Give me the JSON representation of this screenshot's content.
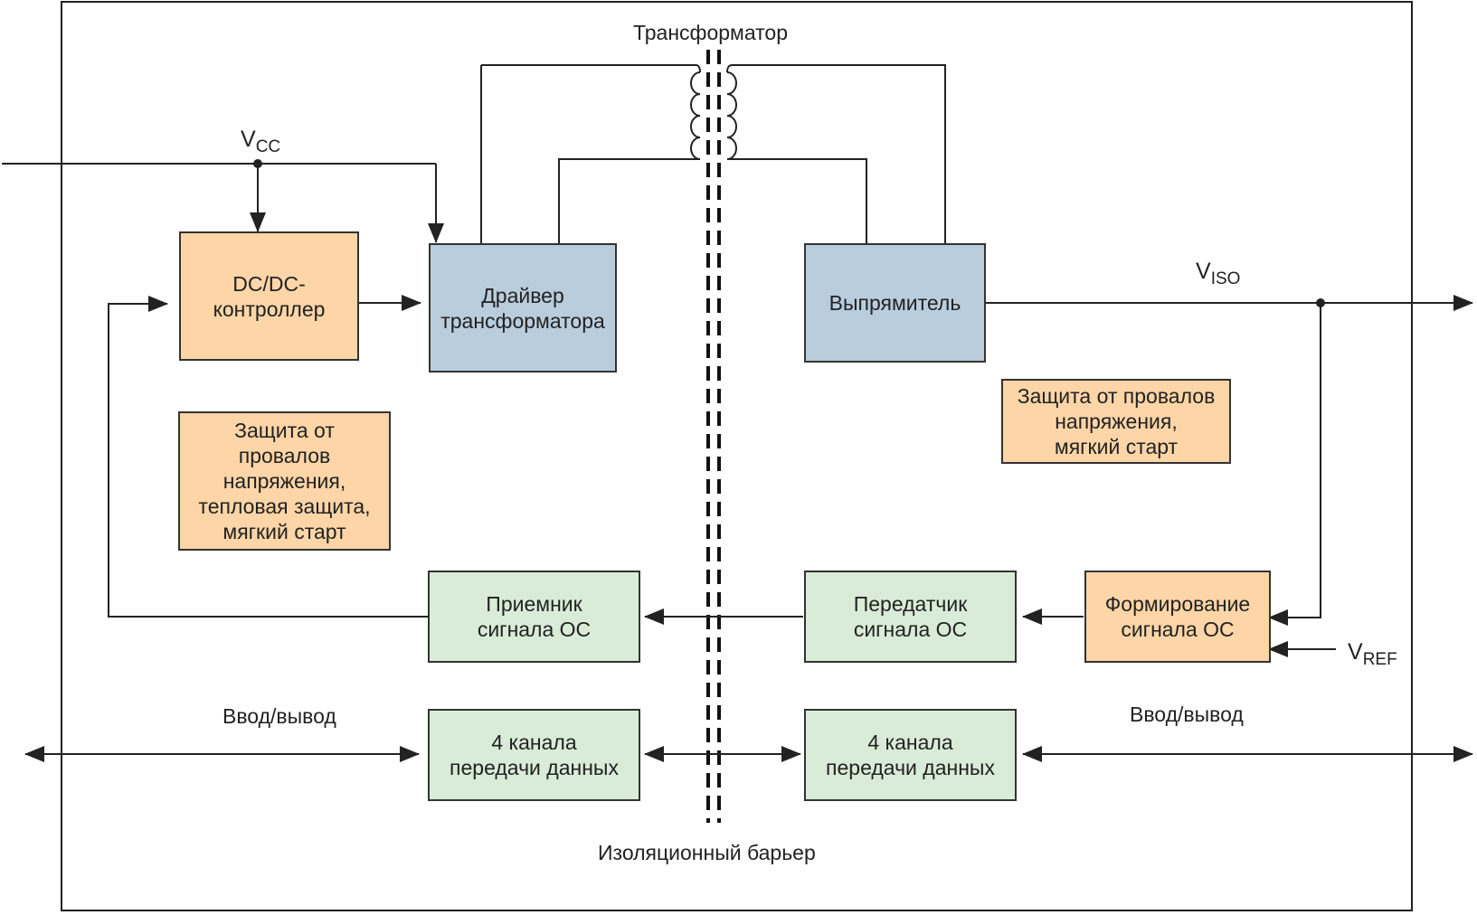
{
  "colors": {
    "orange": "#fdd5a7",
    "blue": "#b9cddd",
    "green": "#d9ecd8",
    "line": "#222222"
  },
  "labels": {
    "transformer": "Трансформатор",
    "isolation_barrier": "Изоляционный барьер",
    "io_left": "Ввод/вывод",
    "io_right": "Ввод/вывод",
    "vcc_main": "V",
    "vcc_sub": "CC",
    "viso_main": "V",
    "viso_sub": "ISO",
    "vref_main": "V",
    "vref_sub": "REF"
  },
  "blocks": {
    "dcdc_controller": "DC/DC-\nконтроллер",
    "transformer_driver": "Драйвер\nтрансформатора",
    "rectifier": "Выпрямитель",
    "protection_left": "Защита от\nпровалов\nнапряжения,\nтепловая защита,\nмягкий старт",
    "protection_right": "Защита от провалов\nнапряжения,\nмягкий старт",
    "fb_receiver": "Приемник\nсигнала ОС",
    "fb_transmitter": "Передатчик\nсигнала ОС",
    "fb_shaping": "Формирование\nсигнала ОС",
    "data_left": "4 канала\nпередачи данных",
    "data_right": "4 канала\nпередачи данных"
  }
}
